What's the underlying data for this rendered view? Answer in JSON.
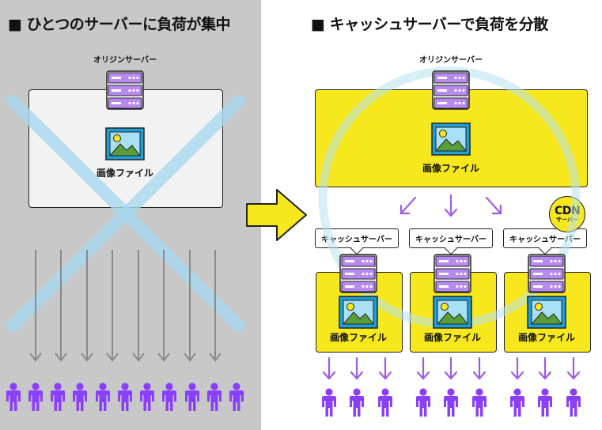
{
  "left": {
    "heading": "■ ひとつのサーバーに負荷が集中",
    "origin_label": "オリジンサーバー",
    "file_label": "画像ファイル"
  },
  "right": {
    "heading": "■ キャッシュサーバーで負荷を分散",
    "origin_label": "オリジンサーバー",
    "file_label": "画像ファイル",
    "cdn_badge": {
      "title": "CDN",
      "subtitle": "サーバー"
    },
    "cache_servers": [
      {
        "label": "キャッシュサーバー",
        "file_label": "画像ファイル"
      },
      {
        "label": "キャッシュサーバー",
        "file_label": "画像ファイル"
      },
      {
        "label": "キャッシュサーバー",
        "file_label": "画像ファイル"
      }
    ]
  },
  "colors": {
    "server_purple": "#9b5de5",
    "person_purple": "#8a3ffc",
    "box_yellow": "#f7e81d",
    "image_blue": "#1e9fd8",
    "cross_blue": "#a8d8f0",
    "panel_gray": "#c8c8c8"
  }
}
